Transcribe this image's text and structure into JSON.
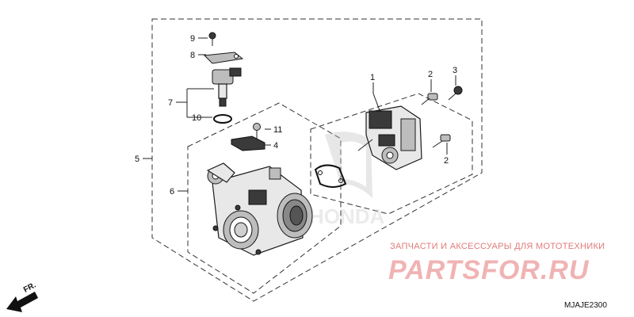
{
  "callouts": {
    "c1": "1",
    "c2a": "2",
    "c2b": "2",
    "c3": "3",
    "c4": "4",
    "c5": "5",
    "c6": "6",
    "c7": "7",
    "c8": "8",
    "c9": "9",
    "c10": "10",
    "c11": "11"
  },
  "watermark": {
    "tagline": "ЗАПЧАСТИ И АКСЕССУАРЫ ДЛЯ МОТОТЕХНИКИ",
    "logo_text": "PARTSFOR.RU",
    "color": "#e07a7a"
  },
  "brand_watermark": "HONDA",
  "direction_label": "FR.",
  "diagram_code": "MJAJE2300"
}
